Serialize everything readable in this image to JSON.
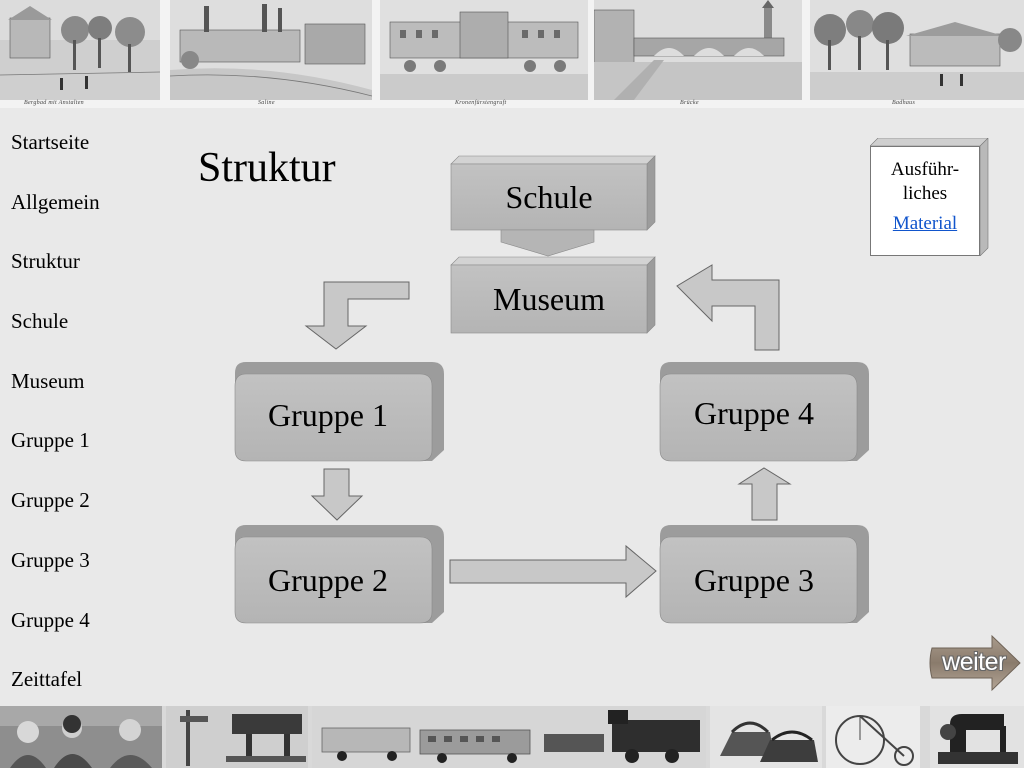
{
  "page": {
    "title": "Struktur"
  },
  "nav": {
    "items": [
      {
        "label": "Startseite"
      },
      {
        "label": "Allgemein"
      },
      {
        "label": "Struktur"
      },
      {
        "label": "Schule"
      },
      {
        "label": "Museum"
      },
      {
        "label": "Gruppe 1"
      },
      {
        "label": "Gruppe 2"
      },
      {
        "label": "Gruppe 3"
      },
      {
        "label": "Gruppe 4"
      },
      {
        "label": "Zeittafel"
      }
    ]
  },
  "diagram": {
    "nodes": {
      "schule": "Schule",
      "museum": "Museum",
      "gruppe1": "Gruppe 1",
      "gruppe2": "Gruppe 2",
      "gruppe3": "Gruppe 3",
      "gruppe4": "Gruppe 4"
    },
    "flow": [
      "Schule",
      "Museum",
      "Gruppe 1",
      "Gruppe 2",
      "Gruppe 3",
      "Gruppe 4",
      "Museum"
    ],
    "colors": {
      "box": "#bebebe",
      "box_side": "#9a9a9a",
      "box_top": "#d2d2d2",
      "arrow": "#c6c6c6"
    }
  },
  "material": {
    "line1": "Ausführ-",
    "line2": "liches",
    "link": "Material"
  },
  "weiter": {
    "label": "weiter"
  },
  "banner_top": {
    "captions": [
      "Bergbad mit Anstalten",
      "Saline",
      "Kronenfürstengruft",
      "Brücke",
      "Badhaus"
    ]
  },
  "banner_bottom": {
    "photos": [
      "classroom-photo",
      "tools-photo",
      "toy-train-photo",
      "irons-photo",
      "high-wheel-bicycle-photo",
      "sewing-machine-photo"
    ]
  }
}
